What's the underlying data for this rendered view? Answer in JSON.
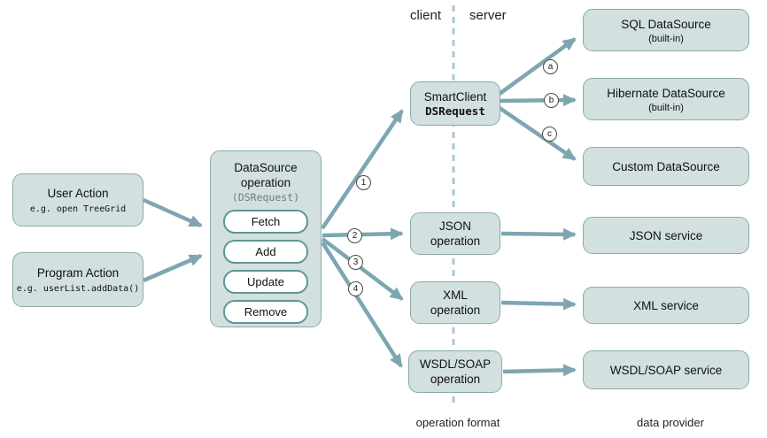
{
  "labels": {
    "client": "client",
    "server": "server",
    "operation_format": "operation format",
    "data_provider": "data provider"
  },
  "nodes": {
    "user_action": {
      "title": "User Action",
      "code": "e.g. open TreeGrid"
    },
    "program_action": {
      "title": "Program Action",
      "code": "e.g. userList.addData()"
    },
    "datasource_operation": {
      "title_line1": "DataSource",
      "title_line2": "operation",
      "subtitle": "(DSRequest)",
      "operations": [
        "Fetch",
        "Add",
        "Update",
        "Remove"
      ]
    },
    "smartclient_dsrequest": {
      "line1": "SmartClient",
      "line2": "DSRequest"
    },
    "json_operation": {
      "line1": "JSON",
      "line2": "operation"
    },
    "xml_operation": {
      "line1": "XML",
      "line2": "operation"
    },
    "wsdl_operation": {
      "line1": "WSDL/SOAP",
      "line2": "operation"
    },
    "sql_datasource": {
      "title": "SQL DataSource",
      "subtitle": "(built-in)"
    },
    "hibernate_datasource": {
      "title": "Hibernate DataSource",
      "subtitle": "(built-in)"
    },
    "custom_datasource": {
      "title": "Custom DataSource"
    },
    "json_service": {
      "title": "JSON service"
    },
    "xml_service": {
      "title": "XML service"
    },
    "wsdl_service": {
      "title": "WSDL/SOAP service"
    }
  },
  "connectors": {
    "numbers": [
      "1",
      "2",
      "3",
      "4"
    ],
    "letters": [
      "a",
      "b",
      "c"
    ]
  },
  "colors": {
    "box_fill": "#d2e0df",
    "box_border": "#8aabaa",
    "arrow": "#7da6b0",
    "dashed_line": "#a9c9d6",
    "pill_border": "#5f9795"
  }
}
